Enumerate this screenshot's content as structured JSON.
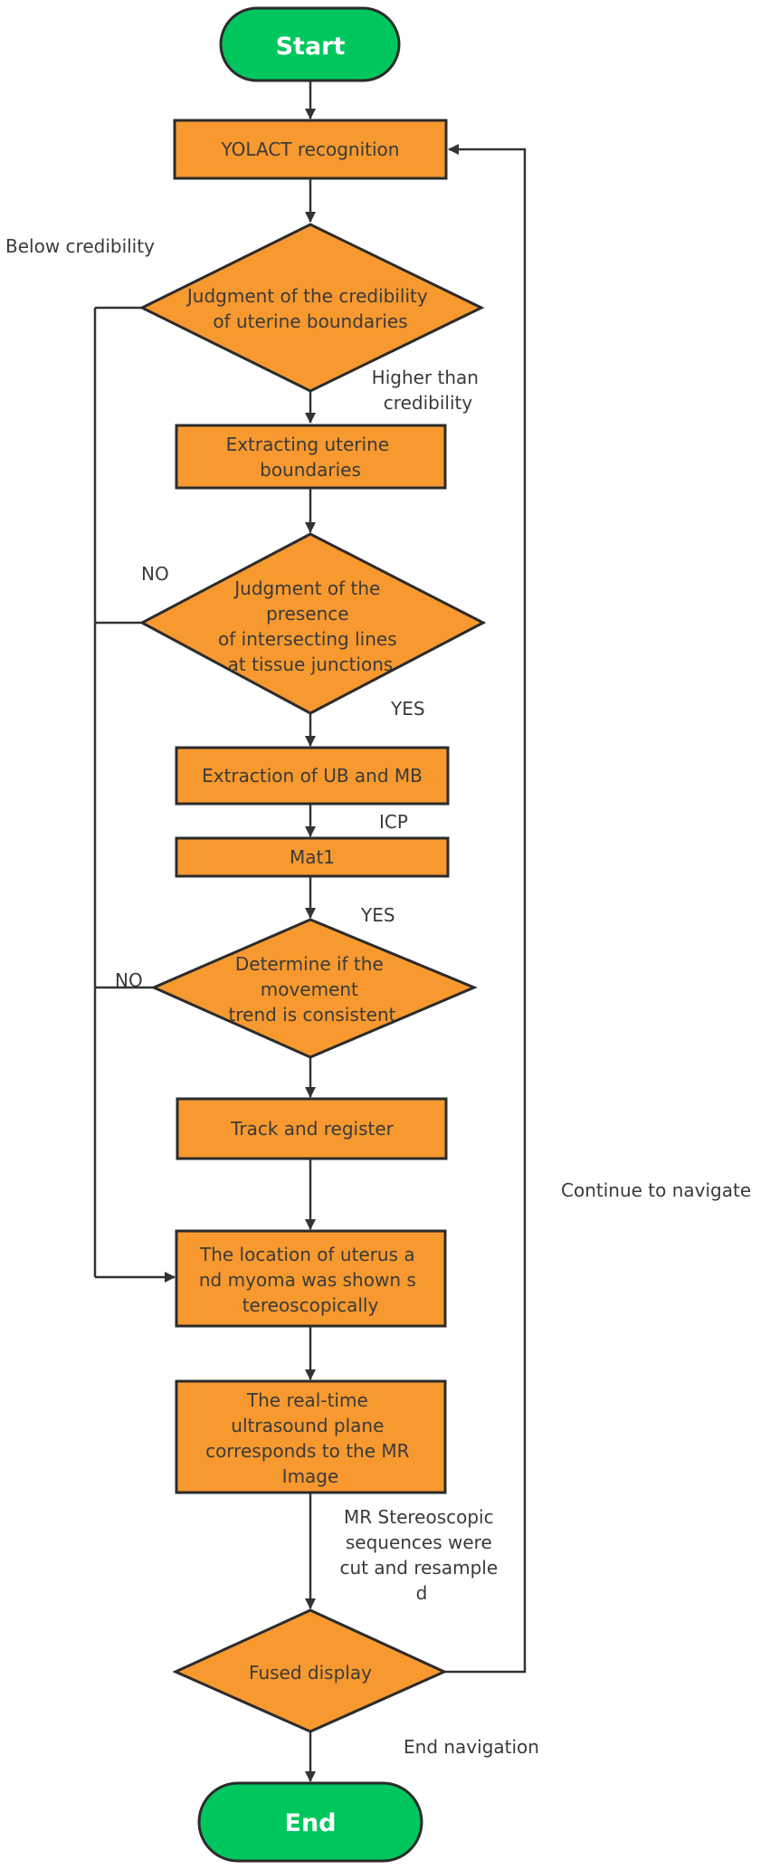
{
  "nodes": {
    "start": "Start",
    "yolact": "YOLACT recognition",
    "judge_credibility": [
      "Judgment of the credibility",
      "of uterine boundaries"
    ],
    "extract_boundaries": [
      "Extracting uterine",
      "boundaries"
    ],
    "judge_intersect": [
      "Judgment of the",
      "presence",
      "of intersecting lines",
      "at tissue junctions"
    ],
    "extract_ub_mb": "Extraction of UB and MB",
    "mat1": "Mat1",
    "determine_trend": [
      "Determine if the",
      "movement",
      "trend is consistent"
    ],
    "track_register": "Track and register",
    "location_shown": [
      "The location of uterus a",
      "nd myoma was shown s",
      "tereoscopically"
    ],
    "realtime_plane": [
      "The real-time",
      "ultrasound plane",
      "corresponds to the MR",
      "Image"
    ],
    "fused_display": "Fused display",
    "end": "End"
  },
  "edge_labels": {
    "below_credibility": "Below credibility",
    "higher_credibility": [
      "Higher than",
      "credibility"
    ],
    "no_1": "NO",
    "yes_1": "YES",
    "icp": "ICP",
    "yes_2": "YES",
    "no_2": "NO",
    "continue_navigate": "Continue to navigate",
    "mr_sequences": [
      "MR Stereoscopic",
      "sequences were",
      "cut and resample",
      "d"
    ],
    "end_navigation": "End navigation"
  },
  "colors": {
    "process_fill": "#f7992f",
    "terminal_fill": "#00c65e",
    "stroke": "#2b2b2b"
  }
}
